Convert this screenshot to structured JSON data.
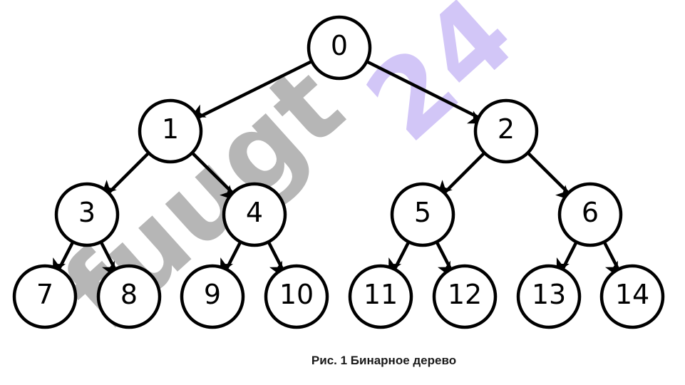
{
  "tree": {
    "nodes": [
      {
        "id": "0"
      },
      {
        "id": "1"
      },
      {
        "id": "2"
      },
      {
        "id": "3"
      },
      {
        "id": "4"
      },
      {
        "id": "5"
      },
      {
        "id": "6"
      },
      {
        "id": "7"
      },
      {
        "id": "8"
      },
      {
        "id": "9"
      },
      {
        "id": "10"
      },
      {
        "id": "11"
      },
      {
        "id": "12"
      },
      {
        "id": "13"
      },
      {
        "id": "14"
      }
    ],
    "edges": [
      [
        "0",
        "1"
      ],
      [
        "0",
        "2"
      ],
      [
        "1",
        "3"
      ],
      [
        "1",
        "4"
      ],
      [
        "2",
        "5"
      ],
      [
        "2",
        "6"
      ],
      [
        "3",
        "7"
      ],
      [
        "3",
        "8"
      ],
      [
        "4",
        "9"
      ],
      [
        "4",
        "10"
      ],
      [
        "5",
        "11"
      ],
      [
        "5",
        "12"
      ],
      [
        "6",
        "13"
      ],
      [
        "6",
        "14"
      ]
    ]
  },
  "watermark": {
    "gray_text": "fuugt",
    "blue_text": "24",
    "gray_color": "#9e9e9e",
    "blue_color": "#c8b8f6"
  },
  "caption": "Рис. 1 Бинарное дерево"
}
